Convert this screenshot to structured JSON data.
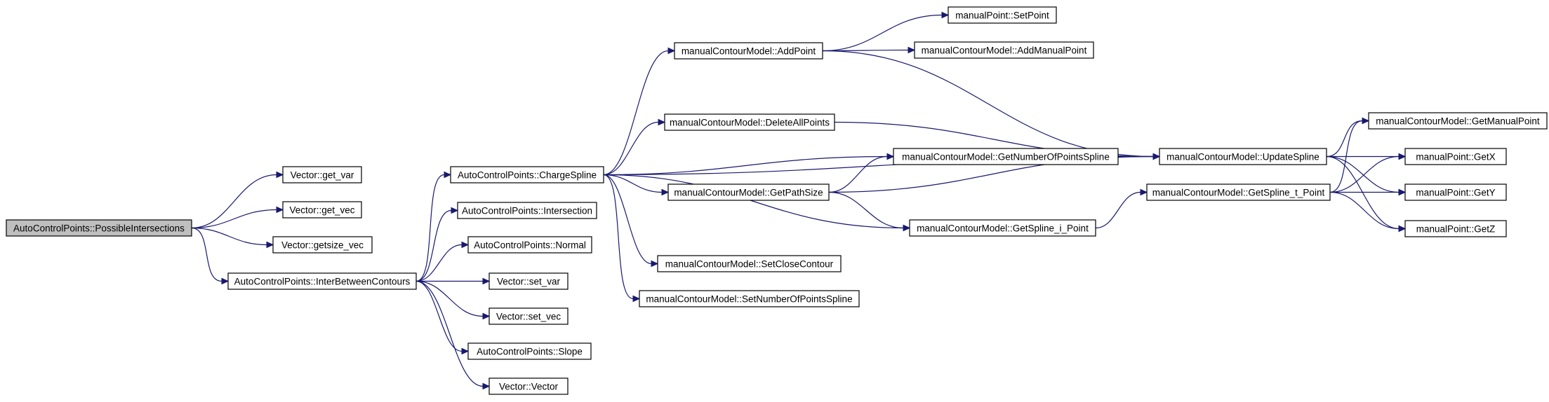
{
  "graph": {
    "nodes": [
      {
        "id": "root",
        "label": "AutoControlPoints::PossibleIntersections",
        "root": true
      },
      {
        "id": "get_var",
        "label": "Vector::get_var"
      },
      {
        "id": "get_vec",
        "label": "Vector::get_vec"
      },
      {
        "id": "getsize_vec",
        "label": "Vector::getsize_vec"
      },
      {
        "id": "interbetween",
        "label": "AutoControlPoints::InterBetweenContours"
      },
      {
        "id": "chargespline",
        "label": "AutoControlPoints::ChargeSpline"
      },
      {
        "id": "intersection",
        "label": "AutoControlPoints::Intersection"
      },
      {
        "id": "normal",
        "label": "AutoControlPoints::Normal"
      },
      {
        "id": "set_var",
        "label": "Vector::set_var"
      },
      {
        "id": "set_vec",
        "label": "Vector::set_vec"
      },
      {
        "id": "slope",
        "label": "AutoControlPoints::Slope"
      },
      {
        "id": "vector",
        "label": "Vector::Vector"
      },
      {
        "id": "addpoint",
        "label": "manualContourModel::AddPoint"
      },
      {
        "id": "deleteall",
        "label": "manualContourModel::DeleteAllPoints"
      },
      {
        "id": "getpathsize",
        "label": "manualContourModel::GetPathSize"
      },
      {
        "id": "setclose",
        "label": "manualContourModel::SetCloseContour"
      },
      {
        "id": "setnumpts",
        "label": "manualContourModel::SetNumberOfPointsSpline"
      },
      {
        "id": "setpoint",
        "label": "manualPoint::SetPoint"
      },
      {
        "id": "addmanual",
        "label": "manualContourModel::AddManualPoint"
      },
      {
        "id": "getnumpts",
        "label": "manualContourModel::GetNumberOfPointsSpline"
      },
      {
        "id": "getsplinei",
        "label": "manualContourModel::GetSpline_i_Point"
      },
      {
        "id": "updatespline",
        "label": "manualContourModel::UpdateSpline"
      },
      {
        "id": "getsplinet",
        "label": "manualContourModel::GetSpline_t_Point"
      },
      {
        "id": "getmanual",
        "label": "manualContourModel::GetManualPoint"
      },
      {
        "id": "getx",
        "label": "manualPoint::GetX"
      },
      {
        "id": "gety",
        "label": "manualPoint::GetY"
      },
      {
        "id": "getz",
        "label": "manualPoint::GetZ"
      }
    ],
    "edges": [
      [
        "root",
        "get_var"
      ],
      [
        "root",
        "get_vec"
      ],
      [
        "root",
        "getsize_vec"
      ],
      [
        "root",
        "interbetween"
      ],
      [
        "interbetween",
        "chargespline"
      ],
      [
        "interbetween",
        "intersection"
      ],
      [
        "interbetween",
        "normal"
      ],
      [
        "interbetween",
        "set_var"
      ],
      [
        "interbetween",
        "set_vec"
      ],
      [
        "interbetween",
        "slope"
      ],
      [
        "interbetween",
        "vector"
      ],
      [
        "chargespline",
        "addpoint"
      ],
      [
        "chargespline",
        "deleteall"
      ],
      [
        "chargespline",
        "getnumpts"
      ],
      [
        "chargespline",
        "getpathsize"
      ],
      [
        "chargespline",
        "getsplinei"
      ],
      [
        "chargespline",
        "setclose"
      ],
      [
        "chargespline",
        "setnumpts"
      ],
      [
        "chargespline",
        "updatespline"
      ],
      [
        "addpoint",
        "setpoint"
      ],
      [
        "addpoint",
        "addmanual"
      ],
      [
        "addpoint",
        "updatespline"
      ],
      [
        "deleteall",
        "updatespline"
      ],
      [
        "getpathsize",
        "getnumpts"
      ],
      [
        "getpathsize",
        "getsplinei"
      ],
      [
        "getpathsize",
        "updatespline"
      ],
      [
        "getsplinei",
        "getsplinet"
      ],
      [
        "updatespline",
        "getmanual"
      ],
      [
        "updatespline",
        "getx"
      ],
      [
        "updatespline",
        "gety"
      ],
      [
        "updatespline",
        "getz"
      ],
      [
        "getsplinet",
        "getmanual"
      ],
      [
        "getsplinet",
        "getx"
      ],
      [
        "getsplinet",
        "gety"
      ],
      [
        "getsplinet",
        "getz"
      ]
    ]
  }
}
